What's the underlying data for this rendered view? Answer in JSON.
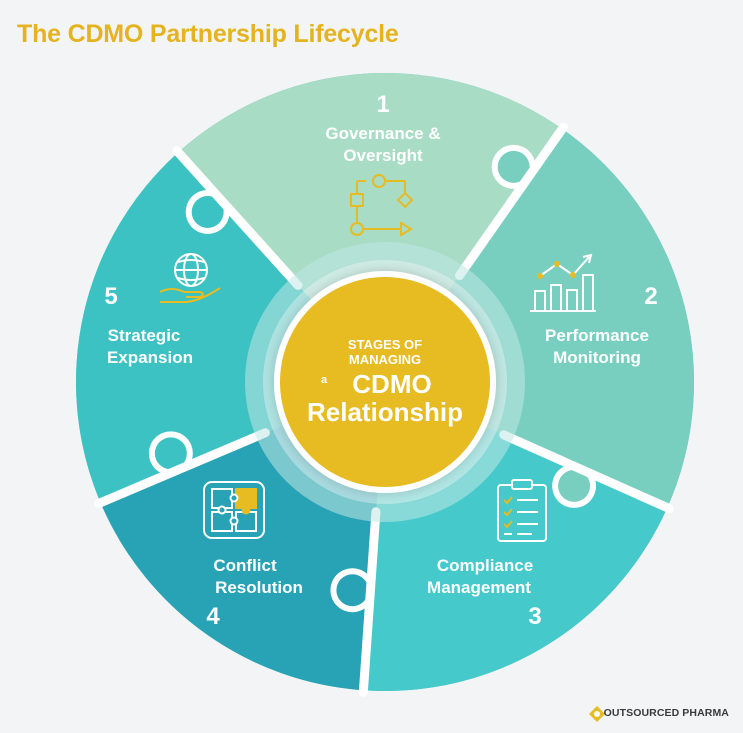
{
  "title": "The CDMO Partnership Lifecycle",
  "center": {
    "line1": "STAGES OF",
    "line2": "MANAGING",
    "small_a": "a",
    "line3": "CDMO",
    "line4": "Relationship"
  },
  "stages": [
    {
      "number": "1",
      "line1": "Governance &",
      "line2": "Oversight",
      "icon": "workflow-icon",
      "color": "#a9dcc5"
    },
    {
      "number": "2",
      "line1": "Performance",
      "line2": "Monitoring",
      "icon": "bar-chart-icon",
      "color": "#78cfc0"
    },
    {
      "number": "3",
      "line1": "Compliance",
      "line2": "Management",
      "icon": "checklist-icon",
      "color": "#45c9cb"
    },
    {
      "number": "4",
      "line1": "Conflict",
      "line2": "Resolution",
      "icon": "puzzle-icon",
      "color": "#28a2b5"
    },
    {
      "number": "5",
      "line1": "Strategic",
      "line2": "Expansion",
      "icon": "globe-hand-icon",
      "color": "#3cc2c2"
    }
  ],
  "center_color": "#e7bb22",
  "brand": "OUTSOURCED PHARMA"
}
